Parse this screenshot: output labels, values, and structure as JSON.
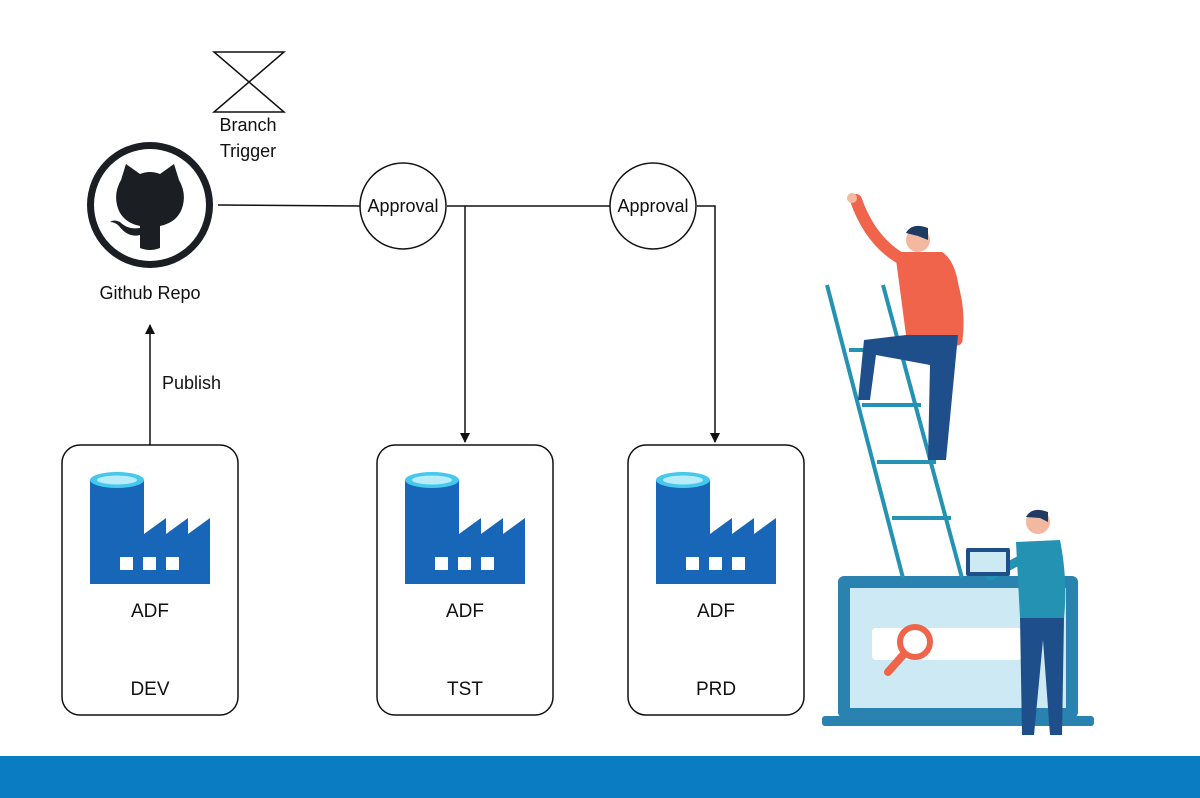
{
  "branch_trigger": {
    "line1": "Branch",
    "line2": "Trigger"
  },
  "repo": {
    "label": "Github Repo",
    "icon": "github-icon"
  },
  "publish_label": "Publish",
  "approvals": [
    {
      "label": "Approval"
    },
    {
      "label": "Approval"
    }
  ],
  "environments": [
    {
      "service": "ADF",
      "env": "DEV",
      "icon": "data-factory-icon"
    },
    {
      "service": "ADF",
      "env": "TST",
      "icon": "data-factory-icon"
    },
    {
      "service": "ADF",
      "env": "PRD",
      "icon": "data-factory-icon"
    }
  ],
  "illustration": {
    "name": "people-on-ladder-with-laptop",
    "icons": [
      "person-icon",
      "ladder-icon",
      "laptop-icon",
      "magnifier-icon"
    ]
  },
  "colors": {
    "bottom_bar": "#0a7dc2",
    "adf_blue": "#1766b8",
    "adf_top": "#3dc2e8",
    "person_shirt": "#f0644c",
    "ladder": "#2492b3",
    "laptop": "#2a82b0"
  }
}
